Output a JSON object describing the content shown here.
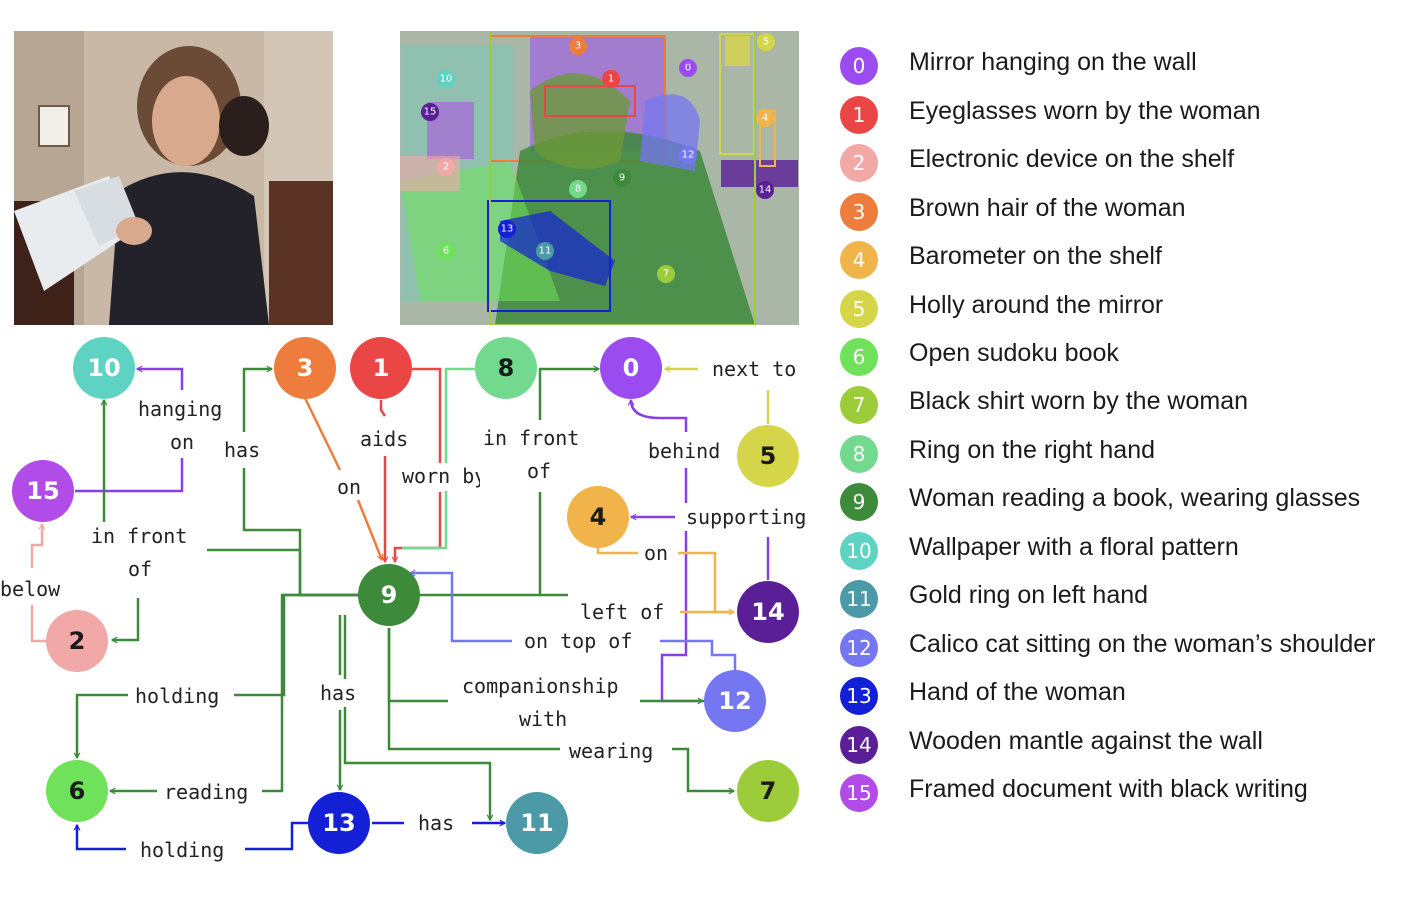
{
  "legend": [
    {
      "id": "0",
      "label": "Mirror hanging on the wall",
      "color": "#9b4cf0"
    },
    {
      "id": "1",
      "label": "Eyeglasses worn by the woman",
      "color": "#eb4646"
    },
    {
      "id": "2",
      "label": "Electronic device on the shelf",
      "color": "#f3a8a8"
    },
    {
      "id": "3",
      "label": "Brown hair of the woman",
      "color": "#ee7c3c"
    },
    {
      "id": "4",
      "label": "Barometer on the shelf",
      "color": "#f0b44a"
    },
    {
      "id": "5",
      "label": "Holly around the mirror",
      "color": "#d5d54a"
    },
    {
      "id": "6",
      "label": "Open sudoku book",
      "color": "#6fe15a"
    },
    {
      "id": "7",
      "label": "Black shirt worn by the woman",
      "color": "#9ccc3a"
    },
    {
      "id": "8",
      "label": "Ring on the right hand",
      "color": "#72d98e"
    },
    {
      "id": "9",
      "label": "Woman reading a book, wearing glasses",
      "color": "#3d8a3b"
    },
    {
      "id": "10",
      "label": "Wallpaper with a floral pattern",
      "color": "#5ed3c3"
    },
    {
      "id": "11",
      "label": "Gold ring on left hand",
      "color": "#4c99a7"
    },
    {
      "id": "12",
      "label": "Calico cat sitting on the woman’s shoulder",
      "color": "#7476f2"
    },
    {
      "id": "13",
      "label": "Hand of the woman",
      "color": "#1420d6"
    },
    {
      "id": "14",
      "label": "Wooden mantle against the wall",
      "color": "#5a1f96"
    },
    {
      "id": "15",
      "label": "Framed document with black writing",
      "color": "#b14ce8"
    }
  ],
  "edge_labels": {
    "hanging_on": [
      "hanging",
      "on"
    ],
    "has_3": "has",
    "aids": "aids",
    "on_3": "on",
    "worn_by": "worn by",
    "in_front_of_8": [
      "in front",
      "of"
    ],
    "next_to": "next to",
    "behind": "behind",
    "supporting": "supporting",
    "on_4": "on",
    "in_front_of_15": [
      "in front",
      "of"
    ],
    "below": "below",
    "left_of": "left of",
    "on_top_of": "on top of",
    "holding_6": "holding",
    "has_13": "has",
    "companionship": [
      "companionship",
      "with"
    ],
    "wearing": "wearing",
    "reading": "reading",
    "holding_13": "holding",
    "has_11": "has"
  }
}
